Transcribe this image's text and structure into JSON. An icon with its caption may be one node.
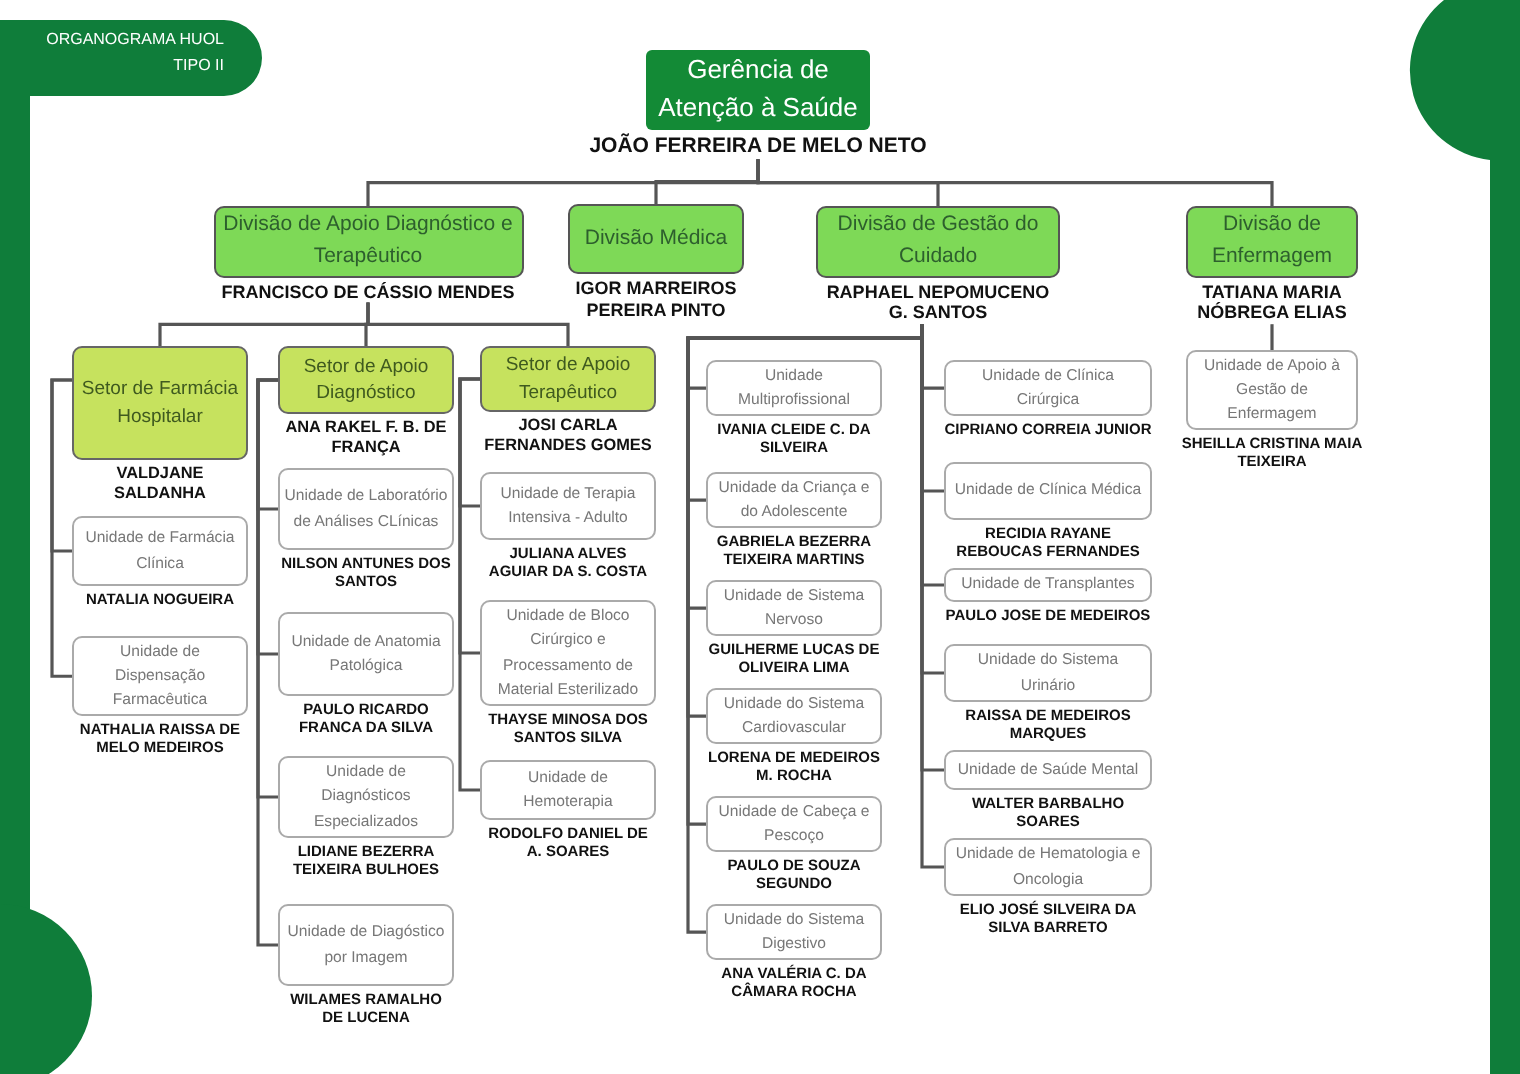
{
  "diagram": {
    "title": "ORGANOGRAMA HUOL TIPO II",
    "nodes": [
      {
        "text": [
          "Gerência de Atenção à Saúde",
          "JOÃO FERREIRA DE MELO NETO"
        ]
      },
      {
        "text": [
          "Divisão de Apoio Diagnóstico e Terapêutico",
          "FRANCISCO DE CÁSSIO MENDES"
        ]
      },
      {
        "text": [
          "Divisão Médica",
          "IGOR MARREIROS PEREIRA PINTO"
        ]
      },
      {
        "text": [
          "Divisão de Gestão do Cuidado",
          "RAPHAEL NEPOMUCENO G. SANTOS"
        ]
      },
      {
        "text": [
          "Divisão de Enfermagem",
          "TATIANA MARIA NÓBREGA ELIAS"
        ]
      },
      {
        "text": [
          "Setor de Farmácia Hospitalar",
          "VALDJANE SALDANHA"
        ]
      },
      {
        "text": [
          "Setor de Apoio Diagnóstico",
          "ANA RAKEL F. B. DE FRANÇA"
        ]
      },
      {
        "text": [
          "Setor de Apoio Terapêutico",
          "JOSI CARLA FERNANDES GOMES"
        ]
      },
      {
        "text": [
          "Unidade de Farmácia Clínica",
          "NATALIA NOGUEIRA"
        ]
      },
      {
        "text": [
          "Unidade de Dispensação Farmacêutica",
          "NATHALIA RAISSA DE MELO MEDEIROS"
        ]
      },
      {
        "text": [
          "Unidade de Laboratório de Análises CLínicas",
          "NILSON ANTUNES DOS SANTOS"
        ]
      },
      {
        "text": [
          "Unidade de Anatomia Patológica",
          "PAULO RICARDO FRANCA DA SILVA"
        ]
      },
      {
        "text": [
          "Unidade de Diagnósticos Especializados",
          "LIDIANE BEZERRA TEIXEIRA BULHOES"
        ]
      },
      {
        "text": [
          "Unidade de Diagóstico por Imagem",
          "WILAMES RAMALHO DE LUCENA"
        ]
      },
      {
        "text": [
          "Unidade de Terapia Intensiva - Adulto",
          "JULIANA ALVES AGUIAR DA S. COSTA"
        ]
      },
      {
        "text": [
          "Unidade de Bloco Cirúrgico e Processamento de Material Esterilizado",
          "THAYSE MINOSA DOS SANTOS SILVA"
        ]
      },
      {
        "text": [
          "Unidade de Hemoterapia",
          "RODOLFO DANIEL DE A. SOARES"
        ]
      },
      {
        "text": [
          "Unidade Multiprofissional",
          "IVANIA CLEIDE C. DA SILVEIRA"
        ]
      },
      {
        "text": [
          "Unidade da Criança e do Adolescente",
          "GABRIELA BEZERRA TEIXEIRA MARTINS"
        ]
      },
      {
        "text": [
          "Unidade de Sistema Nervoso",
          "GUILHERME LUCAS DE OLIVEIRA LIMA"
        ]
      },
      {
        "text": [
          "Unidade do Sistema Cardiovascular",
          "LORENA DE MEDEIROS M. ROCHA"
        ]
      },
      {
        "text": [
          "Unidade de Cabeça e Pescoço",
          "PAULO DE SOUZA SEGUNDO"
        ]
      },
      {
        "text": [
          "Unidade do Sistema Digestivo",
          "ANA VALÉRIA C. DA CÂMARA ROCHA"
        ]
      },
      {
        "text": [
          "Unidade de Clínica Cirúrgica",
          "CIPRIANO CORREIA JUNIOR"
        ]
      },
      {
        "text": [
          "Unidade de Clínica Médica",
          "RECIDIA RAYANE REBOUCAS FERNANDES"
        ]
      },
      {
        "text": [
          "Unidade de Transplantes",
          "PAULO JOSE DE MEDEIROS"
        ]
      },
      {
        "text": [
          "Unidade do Sistema Urinário",
          "RAISSA DE MEDEIROS MARQUES"
        ]
      },
      {
        "text": [
          "Unidade de Saúde Mental",
          "WALTER BARBALHO SOARES"
        ]
      },
      {
        "text": [
          "Unidade de Hematologia e Oncologia",
          "ELIO JOSÉ SILVEIRA DA SILVA BARRETO"
        ]
      },
      {
        "text": [
          "Unidade de Apoio à Gestão de Enfermagem",
          "SHEILLA CRISTINA MAIA TEIXEIRA"
        ]
      }
    ],
    "edges": [
      {
        "from": 0,
        "to": 1,
        "arrow": "none"
      },
      {
        "from": 0,
        "to": 2,
        "arrow": "none"
      },
      {
        "from": 0,
        "to": 3,
        "arrow": "none"
      },
      {
        "from": 0,
        "to": 4,
        "arrow": "none"
      },
      {
        "from": 1,
        "to": 5,
        "arrow": "none"
      },
      {
        "from": 1,
        "to": 6,
        "arrow": "none"
      },
      {
        "from": 1,
        "to": 7,
        "arrow": "none"
      },
      {
        "from": 5,
        "to": 8,
        "arrow": "none"
      },
      {
        "from": 5,
        "to": 9,
        "arrow": "none"
      },
      {
        "from": 6,
        "to": 10,
        "arrow": "none"
      },
      {
        "from": 6,
        "to": 11,
        "arrow": "none"
      },
      {
        "from": 6,
        "to": 12,
        "arrow": "none"
      },
      {
        "from": 6,
        "to": 13,
        "arrow": "none"
      },
      {
        "from": 7,
        "to": 14,
        "arrow": "none"
      },
      {
        "from": 7,
        "to": 15,
        "arrow": "none"
      },
      {
        "from": 7,
        "to": 16,
        "arrow": "none"
      },
      {
        "from": 3,
        "to": 17,
        "arrow": "none"
      },
      {
        "from": 3,
        "to": 18,
        "arrow": "none"
      },
      {
        "from": 3,
        "to": 19,
        "arrow": "none"
      },
      {
        "from": 3,
        "to": 20,
        "arrow": "none"
      },
      {
        "from": 3,
        "to": 21,
        "arrow": "none"
      },
      {
        "from": 3,
        "to": 22,
        "arrow": "none"
      },
      {
        "from": 3,
        "to": 23,
        "arrow": "none"
      },
      {
        "from": 3,
        "to": 24,
        "arrow": "none"
      },
      {
        "from": 3,
        "to": 25,
        "arrow": "none"
      },
      {
        "from": 3,
        "to": 26,
        "arrow": "none"
      },
      {
        "from": 3,
        "to": 27,
        "arrow": "none"
      },
      {
        "from": 3,
        "to": 28,
        "arrow": "none"
      },
      {
        "from": 4,
        "to": 29,
        "arrow": "none"
      }
    ]
  }
}
